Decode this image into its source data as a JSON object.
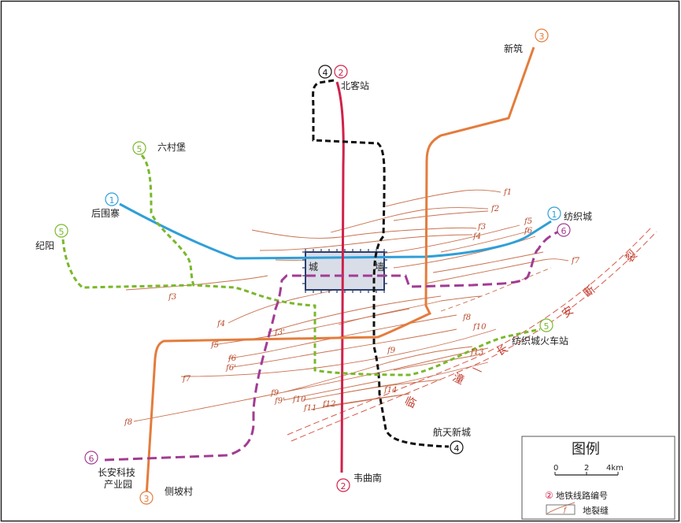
{
  "colors": {
    "line1": "#2f9fd8",
    "line2": "#d0214a",
    "line3": "#e47c3c",
    "line4": "#111111",
    "line5": "#79b82a",
    "line6": "#a23c93",
    "fissure": "#c8714f",
    "fault": "#d65a4a"
  },
  "lines": [
    {
      "id": "1",
      "symbol": "①",
      "icon": "circle-number-icon"
    },
    {
      "id": "2",
      "symbol": "②",
      "icon": "circle-number-icon"
    },
    {
      "id": "3",
      "symbol": "③",
      "icon": "circle-number-icon"
    },
    {
      "id": "4",
      "symbol": "④",
      "icon": "circle-number-icon"
    },
    {
      "id": "5",
      "symbol": "⑤",
      "icon": "circle-number-icon"
    },
    {
      "id": "6",
      "symbol": "⑥",
      "icon": "circle-number-icon"
    }
  ],
  "stations": {
    "beikezhan": "北客站",
    "xinzhu": "新筑",
    "liucunbao": "六村堡",
    "houweizhai": "后围寨",
    "jiyang": "纪阳",
    "fangzhicheng": "纺织城",
    "fangzhicheng_station": "纺织城火车站",
    "hangtian": "航天新城",
    "weiqunan": "韦曲南",
    "chang_an_keji": "长安科技产业园",
    "changan_line1": "长安科技",
    "changan_line2": "产业园",
    "zhepocun": "侧坡村"
  },
  "city_wall": {
    "left": "城",
    "right": "墙"
  },
  "fault_name": [
    "临",
    "潼",
    "—",
    "长",
    "安",
    "断",
    "裂"
  ],
  "fissures": [
    "f1",
    "f2",
    "f3",
    "f4",
    "f5",
    "f6",
    "f7",
    "f8",
    "f9",
    "f10",
    "f11",
    "f12",
    "f13",
    "f14",
    "f3'",
    "f6'",
    "f9'"
  ],
  "legend": {
    "title": "图例",
    "scale_ticks": [
      "0",
      "2",
      "4km"
    ],
    "item_line": "地铁线路编号",
    "item_line_symbol": "②",
    "item_fissure": "地裂缝",
    "item_fissure_symbol": "f"
  }
}
